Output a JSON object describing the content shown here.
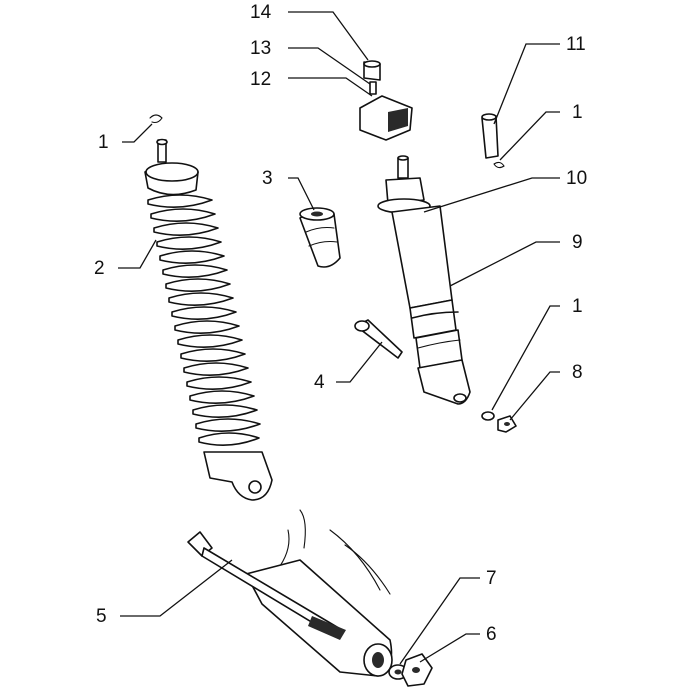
{
  "callouts": [
    {
      "id": "c14a",
      "text": "14"
    },
    {
      "id": "c13",
      "text": "13"
    },
    {
      "id": "c12",
      "text": "12"
    },
    {
      "id": "c11",
      "text": "11"
    },
    {
      "id": "c1a",
      "text": "1"
    },
    {
      "id": "c1b",
      "text": "1"
    },
    {
      "id": "c10",
      "text": "10"
    },
    {
      "id": "c3",
      "text": "3"
    },
    {
      "id": "c9",
      "text": "9"
    },
    {
      "id": "c2",
      "text": "2"
    },
    {
      "id": "c1c",
      "text": "1"
    },
    {
      "id": "c8",
      "text": "8"
    },
    {
      "id": "c4",
      "text": "4"
    },
    {
      "id": "c5",
      "text": "5"
    },
    {
      "id": "c7",
      "text": "7"
    },
    {
      "id": "c6",
      "text": "6"
    }
  ]
}
